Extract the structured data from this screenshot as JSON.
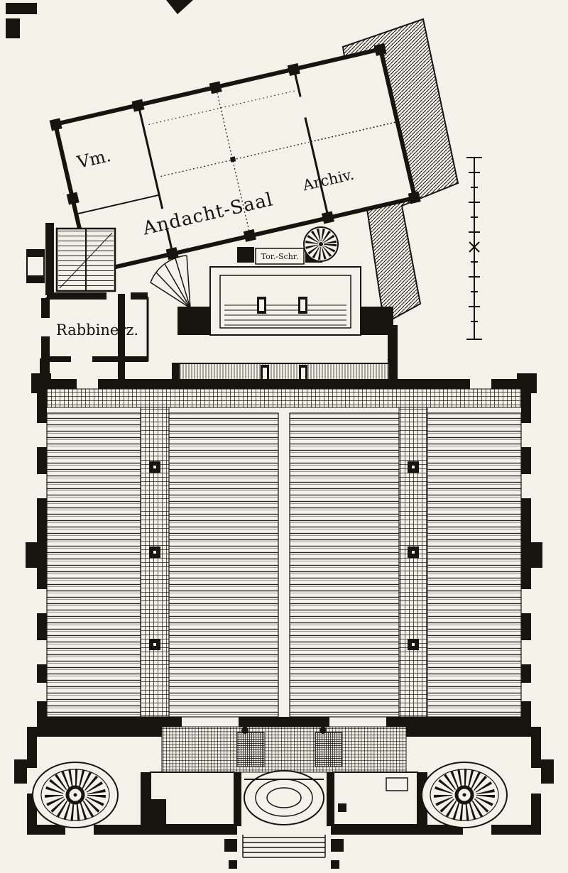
{
  "labels": {
    "vm": "Vm.",
    "andacht_saal": "Andacht-Saal",
    "archiv": "Archiv.",
    "rabbinerz": "Rabbinerz.",
    "torah_shrine": "Tor.-Schr."
  },
  "colors": {
    "paper": "#f4f1e8",
    "ink": "#17140f"
  }
}
